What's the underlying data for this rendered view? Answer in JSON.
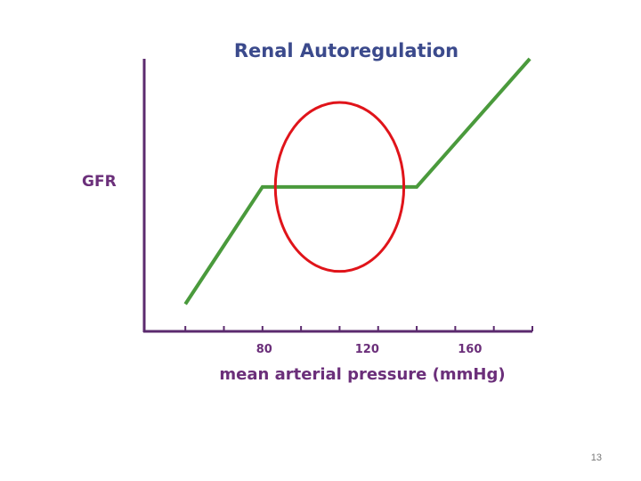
{
  "slide": {
    "page_number": "13"
  },
  "chart_data": {
    "type": "line",
    "title": "Renal Autoregulation",
    "xlabel": "mean arterial pressure (mmHg)",
    "ylabel": "GFR",
    "x_ticks": [
      50,
      65,
      80,
      95,
      110,
      125,
      140,
      155,
      170,
      185
    ],
    "x_tick_labels": [
      {
        "value": 80,
        "label": "80"
      },
      {
        "value": 120,
        "label": "120"
      },
      {
        "value": 160,
        "label": "160"
      }
    ],
    "xlim": [
      34,
      185
    ],
    "ylim": [
      0,
      100
    ],
    "series": [
      {
        "color": "#4a9a3c",
        "x": [
          50,
          80,
          110,
          140,
          184
        ],
        "y": [
          10,
          53,
          53,
          53,
          100
        ]
      }
    ],
    "annotations": [
      {
        "type": "circle",
        "cx": 110,
        "cy": 53,
        "rx": 25,
        "ry": 31,
        "color": "#e0141a"
      }
    ],
    "colors": {
      "title": "#3b4a8c",
      "labels": "#6b2f7a",
      "axis": "#5b2a6e",
      "line": "#4a9a3c",
      "circle": "#e0141a"
    }
  }
}
